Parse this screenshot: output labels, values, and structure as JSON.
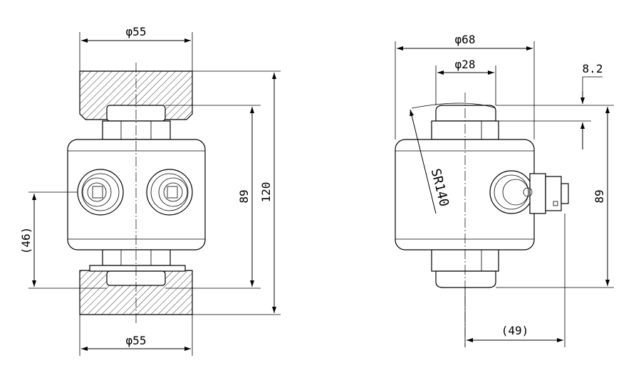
{
  "front_view": {
    "dim_top_dia": "φ55",
    "dim_bottom_dia": "φ55",
    "dim_height_inner": "89",
    "dim_height_overall": "120",
    "dim_connector_height": "(46)"
  },
  "side_view": {
    "dim_outer_dia": "φ68",
    "dim_head_dia": "φ28",
    "dim_top_offset": "8.2",
    "dim_sphere_radius": "SR140",
    "dim_height": "89",
    "dim_connector_offset": "(49)"
  }
}
